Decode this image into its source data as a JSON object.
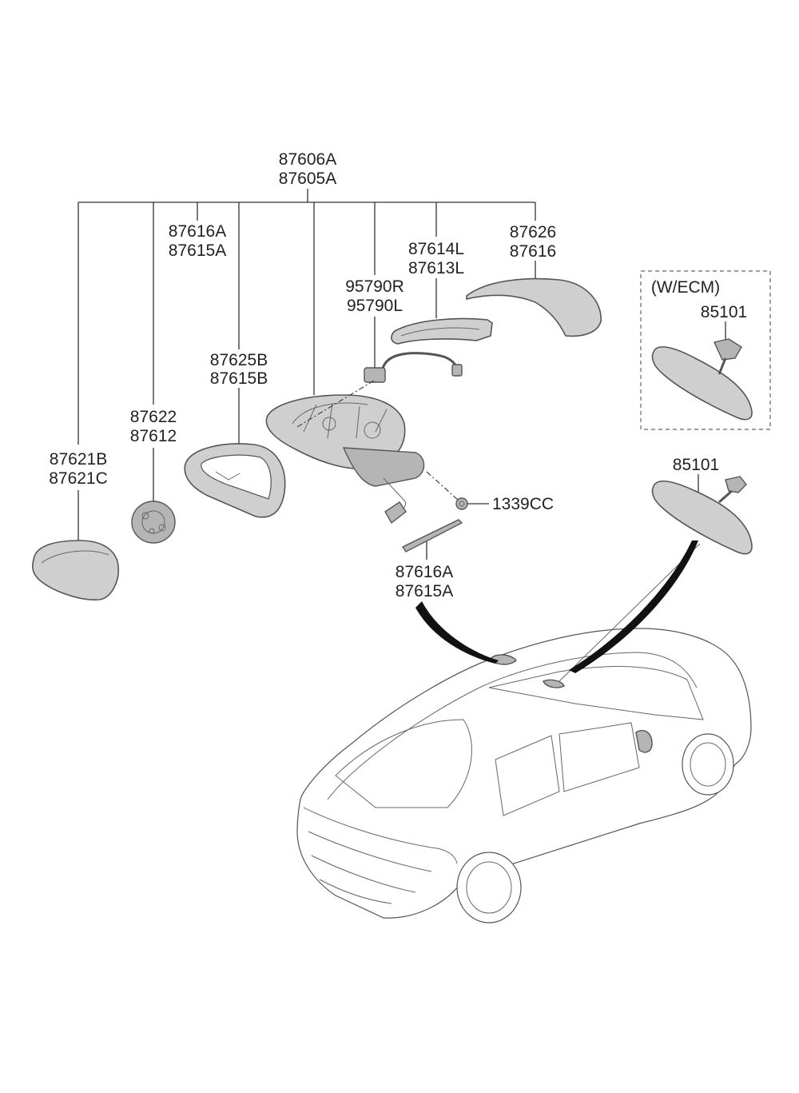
{
  "labels": {
    "assy_top_1": "87606A",
    "assy_top_2": "87605A",
    "cover_1": "87616A",
    "cover_2": "87615A",
    "lamp_1": "87614L",
    "lamp_2": "87613L",
    "cap_1": "87626",
    "cap_2": "87616",
    "harness_1": "95790R",
    "harness_2": "95790L",
    "housing_1": "87625B",
    "housing_2": "87615B",
    "actuator_1": "87622",
    "actuator_2": "87612",
    "glass_1": "87621B",
    "glass_2": "87621C",
    "bolt": "1339CC",
    "gasket_1": "87616A",
    "gasket_2": "87615A",
    "ecm_box_title": "(W/ECM)",
    "inside_mirror_ecm": "85101",
    "inside_mirror": "85101"
  }
}
